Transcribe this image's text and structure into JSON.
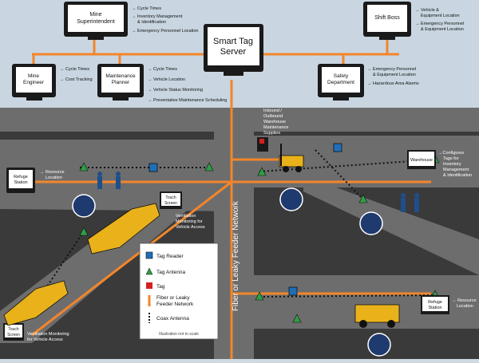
{
  "colors": {
    "sky": "#c9d6e1",
    "tunnel": "#6d6d6d",
    "ground": "#3a3a3a",
    "fiber": "#f2862a",
    "tag_reader": "#1f6fb8",
    "tag_antenna": "#2f9e44",
    "tag": "#d62020",
    "monitor": "#1a1a1a",
    "screen": "#ffffff",
    "vehicle": "#e9b21a"
  },
  "server": {
    "title_line1": "Smart Tag",
    "title_line2": "Server"
  },
  "stations": {
    "mine_superintendent": {
      "name_line1": "Mine",
      "name_line2": "Superintendent",
      "items": [
        "Cycle Times",
        "Inventory Management",
        "& Identification",
        "Emergency Personnel Location"
      ]
    },
    "shift_boss": {
      "name_line1": "Shift Boss",
      "items": [
        "Vehicle &",
        "Equipment Location",
        "Emergency Personnel",
        "& Equipment Location"
      ]
    },
    "mine_engineer": {
      "name_line1": "Mine",
      "name_line2": "Engineer",
      "items": [
        "Cycle Times",
        "Cost Tracking"
      ]
    },
    "maintenance_planner": {
      "name_line1": "Maintenance",
      "name_line2": "Planner",
      "items": [
        "Cycle Times",
        "Vehicle Location",
        "Vehicle Status Monitoring",
        "Preventative Maintenance Scheduling"
      ]
    },
    "safety_department": {
      "name_line1": "Safety",
      "name_line2": "Department",
      "items": [
        "Emergency Personnel",
        "& Equipment Location",
        "Hazardous Area Alarms"
      ]
    }
  },
  "mine": {
    "refuge_left": {
      "line1": "Refuge",
      "line2": "Station"
    },
    "resource_left": {
      "line1": "Resource",
      "line2": "Location"
    },
    "touch_screen_1": {
      "line1": "Touch",
      "line2": "Screen"
    },
    "vent_1": {
      "line1": "Ventilation",
      "line2": "Monitoring for",
      "line3": "Vehicle Access"
    },
    "touch_screen_2": {
      "line1": "Touch",
      "line2": "Screen"
    },
    "vent_2": {
      "line1": "Ventilation Monitoring",
      "line2": "for Vehicle Access"
    },
    "inbound": {
      "line1": "Inbound /",
      "line2": "Outbound",
      "line3": "Warehouse",
      "line4": "Maintenance",
      "line5": "Supplies"
    },
    "warehouse": "Warehouse",
    "warehouse_note": {
      "line1": "Configures",
      "line2": "Tags for",
      "line3": "Inventory",
      "line4": "Management",
      "line5": "& Identification"
    },
    "refuge_right": {
      "line1": "Refuge",
      "line2": "Station"
    },
    "resource_right": {
      "line1": "Resource",
      "line2": "Location"
    },
    "network_label": "Fiber or Leaky Feeder Network"
  },
  "legend": {
    "items": [
      "Tag Reader",
      "Tag Antenna",
      "Tag",
      "Fiber or Leaky",
      "Feeder Network",
      "Coax Antenna"
    ],
    "note": "Illustration not to scale"
  },
  "icons": {
    "arrow": "→"
  }
}
